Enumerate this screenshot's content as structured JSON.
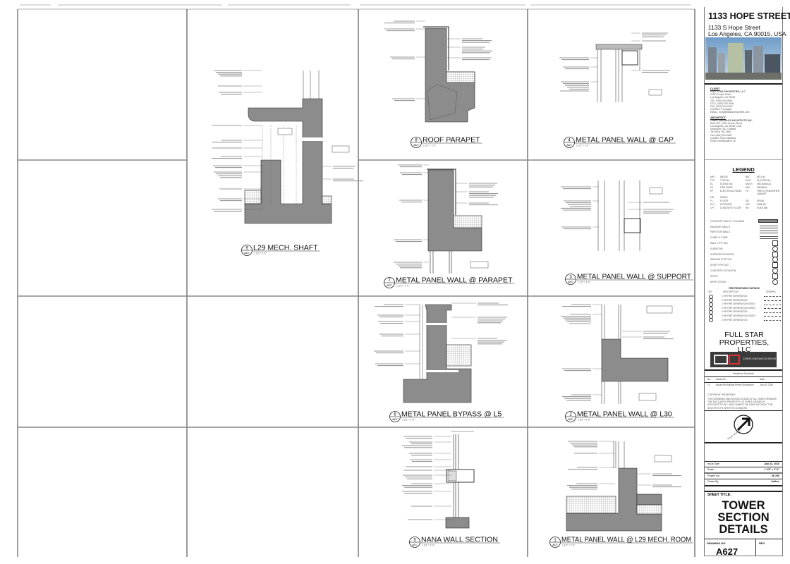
{
  "details": [
    {
      "number": "9",
      "sheet": "A627",
      "title": "L29 MECH. SHAFT",
      "scale": "1 1/2\" = 1'-0\""
    },
    {
      "number": "8",
      "sheet": "A627",
      "title": "ROOF PARAPET",
      "scale": "1 1/2\" = 1'-0\""
    },
    {
      "number": "4",
      "sheet": "A627",
      "title": "METAL PANEL WALL @ CAP",
      "scale": "1 1/2\" = 1'-0\""
    },
    {
      "number": "7",
      "sheet": "A627",
      "title": "METAL PANEL WALL @ PARAPET",
      "scale": "1 1/2\" = 1'-0\""
    },
    {
      "number": "3",
      "sheet": "A627",
      "title": "METAL PANEL WALL @ SUPPORT",
      "scale": "1 1/2\" = 1'-0\""
    },
    {
      "number": "6",
      "sheet": "A627",
      "title": "METAL PANEL BYPASS @ L5",
      "scale": "1 1/2\" = 1'-0\""
    },
    {
      "number": "2",
      "sheet": "A627",
      "title": "METAL PANEL WALL @ L30",
      "scale": "1 1/2\" = 1'-0\""
    },
    {
      "number": "5",
      "sheet": "A627",
      "title": "NANA WALL SECTION",
      "scale": "1 1/2\" = 1'-0\""
    },
    {
      "number": "1",
      "sheet": "A627",
      "title": "METAL PANEL WALL @ L29 MECH. ROOM",
      "scale": "1 1/2\" = 1'-0\""
    }
  ],
  "title_block": {
    "project_name": "1133 HOPE STREET",
    "address_line1": "1133 S Hope Street",
    "address_line2": "Los Angeles, CA 90015, USA",
    "client_heading": "CLIENT",
    "client_lines": [
      "FULL STAR PROPERTIES, LLC",
      "1133 S Hope Street",
      "Los Angeles, CA 90015",
      "TEL: (000) 000-0000",
      "CELL: (000) 000-0000",
      "FAX: (000) 000-0000",
      "CONTACT: Hongbin",
      "EMAIL: hong@fullstarproperties.com"
    ],
    "architect_heading": "ARCHITECT",
    "architect_lines": [
      "CHRIS DIKEAKOS ARCHITECTS INC.",
      "Suite 301, 1250 Homer Street",
      "Los Angeles, CA 90015, USA",
      "Vancouver, BC, Canada",
      "Tel: (604) 291-2660",
      "Fax: (604) 291-2667",
      "Contact: Chris Dikeakos",
      "Email: chris@cdarch.ca"
    ],
    "legend_title": "LEGEND",
    "abbreviations": [
      [
        "ABV",
        "ABOVE",
        "BEL",
        "BELOW"
      ],
      [
        "TYP.",
        "TYPICAL",
        "ELEC",
        "ELECTRICAL"
      ],
      [
        "EL",
        "ELEVATION",
        "MECH",
        "MECHANICAL"
      ],
      [
        "FP",
        "FIRE PANEL",
        "MIN",
        "MINIMUM"
      ],
      [
        "EP",
        "ELECTRICAL PANEL",
        "FE",
        "FIRE EXTINGUISHER CABINET"
      ],
      [
        "FIN",
        "FINISH",
        "",
        ""
      ],
      [
        "FL",
        "FLOOR",
        "DR",
        "DRAIN"
      ],
      [
        "EXT",
        "EXTERIOR",
        "SIM",
        "SIMILAR"
      ],
      [
        "CPT",
        "CONCRETE FLOOR",
        "HB",
        "HOSE BIB"
      ]
    ],
    "symbols": [
      "CONCRETE WALLS / COLUMNS",
      "MASONRY WALLS",
      "PARTITION WALLS",
      "CURB / 6\" CURB",
      "WALL TYPE TAG",
      "ELEVATION",
      "INTERIOR ELEVATION",
      "WINDOW TYPE TAG",
      "DOOR TYPE TAG",
      "CONCRETE ELEVATION",
      "SOFFIT",
      "DROP CEILING"
    ],
    "fire_title": "FIRE RESISTANCE RATINGS",
    "fire_headers": [
      "TAG",
      "DESCRIPTION",
      "GRAPHIC"
    ],
    "fire_rows": [
      "1 HR FIRE SEPARATION",
      "2 HR FIRE SEPARATION",
      "1 HR FIRE SEPARATION RATED",
      "2 HR FIRE SEPARATION RATED",
      "3 HR FIRE SEPARATION",
      "3 HR FIRE SEPARATION RATED",
      "4 HR FIRE SEPARATION"
    ],
    "client_name": "FULL STAR PROPERTIES, LLC",
    "architect_logo_text": "CHRIS DIKEAKOS ARCHITECTURAL CORP",
    "revision_title": "Revision Schedule",
    "revision_headers": [
      "No.",
      "Issued for",
      "Date"
    ],
    "revisions": [
      {
        "no": "13",
        "desc": "Issued for Building Permit Submission",
        "date": "July 26, 2016"
      }
    ],
    "copyright_heading": "COPYRIGHT RESERVED",
    "copyright_text": "THIS DRAWING AND DESIGN IS AND AT ALL TIMES REMAINS THE EXCLUSIVE PROPERTY OF CHRIS DIKEAKOS ARCHITECTS INC. AND CANNOT BE USED WITHOUT THE ARCHITECT'S WRITTEN CONSENT.",
    "north_label": "TRUE NORTH",
    "issue_date_label": "Issue Date",
    "issue_date": "July 22, 2016",
    "scale_label": "Scale",
    "scale": "1 1/2\" = 1'-0\"",
    "project_no_label": "Project No.",
    "project_no": "06-190",
    "drawn_by_label": "Drawn By",
    "drawn_by": "Author",
    "sheet_title_label": "SHEET TITLE:",
    "sheet_title_lines": [
      "TOWER",
      "SECTION",
      "DETAILS"
    ],
    "drawing_no_label": "DRAWING NO.",
    "drawing_no": "A627",
    "rev_label": "REV."
  }
}
